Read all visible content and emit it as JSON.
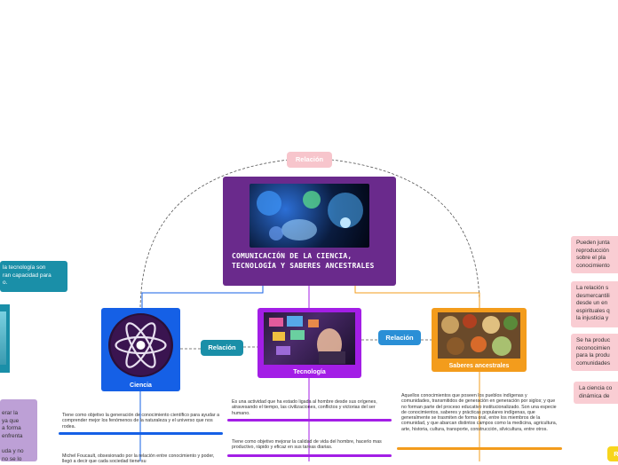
{
  "central": {
    "title": "COMUNICACIÓN DE LA CIENCIA, TECNOLOGÍA Y SABERES ANCESTRALES",
    "icon": "digital-brain-collage-image"
  },
  "relations": {
    "top": "Relación",
    "left": "Relación",
    "right": "Relación"
  },
  "nodes": {
    "ciencia": {
      "label": "Ciencia",
      "color": "#1560e6",
      "icon": "atom-icon"
    },
    "tecnologia": {
      "label": "Tecnología",
      "color": "#a31ee6",
      "icon": "technology-screens-image"
    },
    "saberes": {
      "label": "Saberes ancestrales",
      "color": "#f39c1c",
      "icon": "herbs-and-spices-image"
    }
  },
  "texts": {
    "ciencia_1": "Tiene como objetivo la generación de conocimiento científico para ayudar a comprender mejor los fenómenos de la naturaleza y el universo que nos rodea.",
    "ciencia_2": "Michel Foucault, obsesionado por la relación entre conocimiento y poder, llegó a decir que cada sociedad tiene su",
    "tec_1": "Es una actividad que ha estado ligada al hombre desde sus orígenes, atravesando el tiempo, las civilizaciones, conflictos y victorias del ser humano.",
    "tec_2": "Tiene como objetivo mejorar la calidad de vida del hombre, hacerlo mas productivo, rápido y eficaz en sus tareas diarias.",
    "saberes_1": "Aquellos conocimientos que poseen los pueblos indígenas y comunidades, transmitidos de generación en generación por siglos; y que no forman parte del proceso educativo institucionalizado. Son una especie de conocimientos, saberes y prácticas populares indígenas, que generalmente se trasmiten de forma oral, entre los miembros de la comunidad, y que abarcan distintos campos como la medicina, agricultura, arte, historia, cultura, transporte, construcción, silvicultura, entre otros."
  },
  "left_side": {
    "teal_box": "la tecnología son\nran capacidad para\no.",
    "purple_box": "erar la\nya que\na forma\nenfrenta\n\nuda y no\nno se lo"
  },
  "right_side": {
    "box1": "Pueden junta\nreproducción\nsobre el pla\nconocimiento",
    "box2": "La relación s\ndesmercantili\ndesde un en\nespirituales q\nla injusticia y",
    "box3": "Se ha produc\nreconocimien\npara la produ\ncomunidades",
    "box4": "La ciencia co\ndinámica de",
    "yellow_tag": "R"
  },
  "colors": {
    "central": "#6a2a8c",
    "relation_teal": "#1a8fa8",
    "relation_blue": "#2a8fd6",
    "relation_pink": "#f7c5cc",
    "side_pink": "#f9cdd3",
    "side_teal": "#1a8fa8",
    "side_purple": "#bda0d6",
    "yellow": "#f7d51d"
  }
}
